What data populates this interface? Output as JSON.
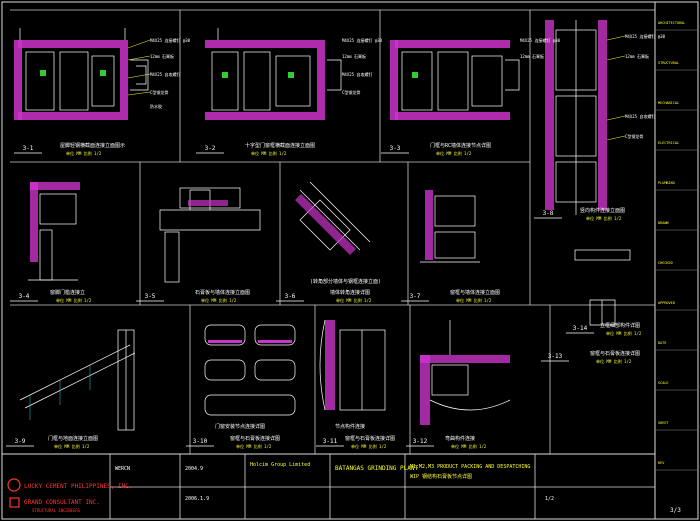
{
  "details": [
    {
      "num": "3-1",
      "title": "屋脚轻钢横截面连接立面图示",
      "scale": "单位 MM  比例 1/2"
    },
    {
      "num": "3-2",
      "title": "十字型门窗框横截面连接立面图",
      "scale": "单位 MM  比例 1/2"
    },
    {
      "num": "3-3",
      "title": "门框与RC墙体连接节点详图",
      "scale": "单位 MM  比例 1/2"
    },
    {
      "num": "3-4",
      "title": "窗脚门槛连接立",
      "scale": "单位 MM  比例 1/2"
    },
    {
      "num": "3-5",
      "title": "石膏板与墙体连接立面图",
      "scale": "单位 MM  比例 1/2"
    },
    {
      "num": "3-6",
      "title": "墙体转角连接详图",
      "scale": "单位 MM  比例 1/2"
    },
    {
      "num": "3-7",
      "title": "窗框与墙体连接立面图",
      "scale": "单位 MM  比例 1/2"
    },
    {
      "num": "3-8",
      "title": "竖向构件连接立面图",
      "scale": "单位 MM  比例 1/2"
    },
    {
      "num": "3-9",
      "title": "门框与地面连接立面图",
      "scale": "单位 MM  比例 1/2"
    },
    {
      "num": "3-10",
      "title": "窗框与石膏板连接详图",
      "scale": "单位 MM  比例 1/2"
    },
    {
      "num": "3-11",
      "title": "窗框与石膏板连接详图",
      "scale": "单位 MM  比例 1/2"
    },
    {
      "num": "3-12",
      "title": "弯曲构件连接",
      "scale": "单位 MM  比例 1/2"
    },
    {
      "num": "3-13",
      "title": "窗框与石膏板连接详图",
      "scale": "单位 MM  比例 1/2"
    },
    {
      "num": "3-14",
      "title": "立框细部构件详图",
      "scale": "单位 MM  比例 1/2"
    }
  ],
  "notes": {
    "diagonal_caption": "(转角部分墙体与钢框连接立面)",
    "sub_caption_1": "门窗安装节点连接详图",
    "sub_caption_2": "节点构件连接",
    "callouts": [
      "M4X25 连接螺钉 @30",
      "12mm 石膏板",
      "M4X25 自攻螺钉",
      "C型钢龙骨",
      "防水胶"
    ]
  },
  "title_block": {
    "company_1": "LUCKY CEMENT PHILIPPINES, INC.",
    "company_2": "GRAND CONSULTANT INC.",
    "company_2_sub": "STRUCTURAL ENGINEERS",
    "ref_label": "WERCN",
    "ref_vals": [
      "2004.9",
      "2006.1.9"
    ],
    "client": "Holcim Group Limited",
    "project": "BATANGAS GRINDING PLANT",
    "drawing_title_1": "M1,M2,M3 PRODUCT PACKING AND DESPATCHING",
    "drawing_title_2": "WIP 钢结构石膏板节点详图",
    "scale_val": "1/2",
    "page": "3/3"
  },
  "side_panel": {
    "items": [
      "ARCHITECTURAL",
      "STRUCTURAL",
      "MECHANICAL",
      "ELECTRICAL",
      "PLUMBING",
      "DRAWN",
      "CHECKED",
      "APPROVED",
      "DATE",
      "SCALE",
      "SHEET",
      "REV"
    ]
  },
  "colors": {
    "line": "#ffffff",
    "accent": "#cc33cc",
    "yellow": "#ffff33",
    "green": "#33cc33",
    "cyan": "#33cccc",
    "red": "#ff3333",
    "blue": "#3366ff"
  }
}
